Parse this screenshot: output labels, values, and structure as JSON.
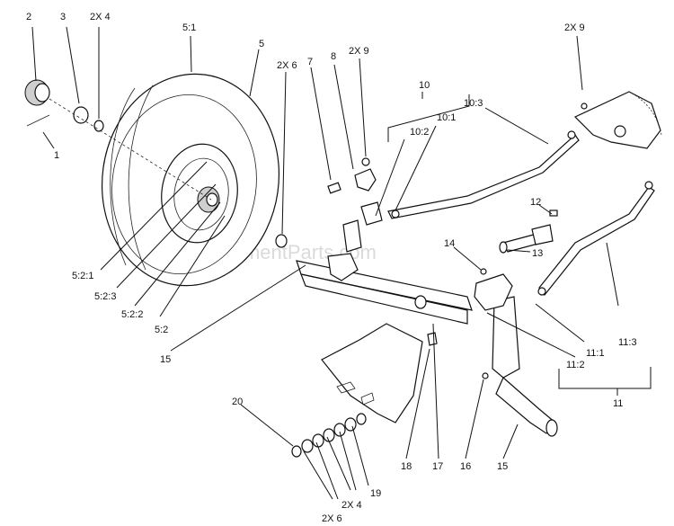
{
  "watermark": "eReplacementParts.com",
  "labels": {
    "l2": "2",
    "l3": "3",
    "l2x4_top": "2X 4",
    "l1": "1",
    "l51": "5:1",
    "l5": "5",
    "l2x6_top": "2X 6",
    "l7": "7",
    "l8": "8",
    "l2x9_mid": "2X 9",
    "l10": "10",
    "l10_3": "10:3",
    "l10_1": "10:1",
    "l10_2": "10:2",
    "l2x9_right": "2X 9",
    "l12": "12",
    "l14": "14",
    "l13": "13",
    "l11": "11",
    "l11_3": "11:3",
    "l11_1": "11:1",
    "l11_2": "11:2",
    "l521": "5:2:1",
    "l523": "5:2:3",
    "l522": "5:2:2",
    "l52": "5:2",
    "l15_left": "15",
    "l15_right": "15",
    "l20": "20",
    "l18": "18",
    "l17": "17",
    "l16": "16",
    "l19": "19",
    "l2x4_bottom": "2X 4",
    "l2x6_bottom": "2X 6"
  }
}
